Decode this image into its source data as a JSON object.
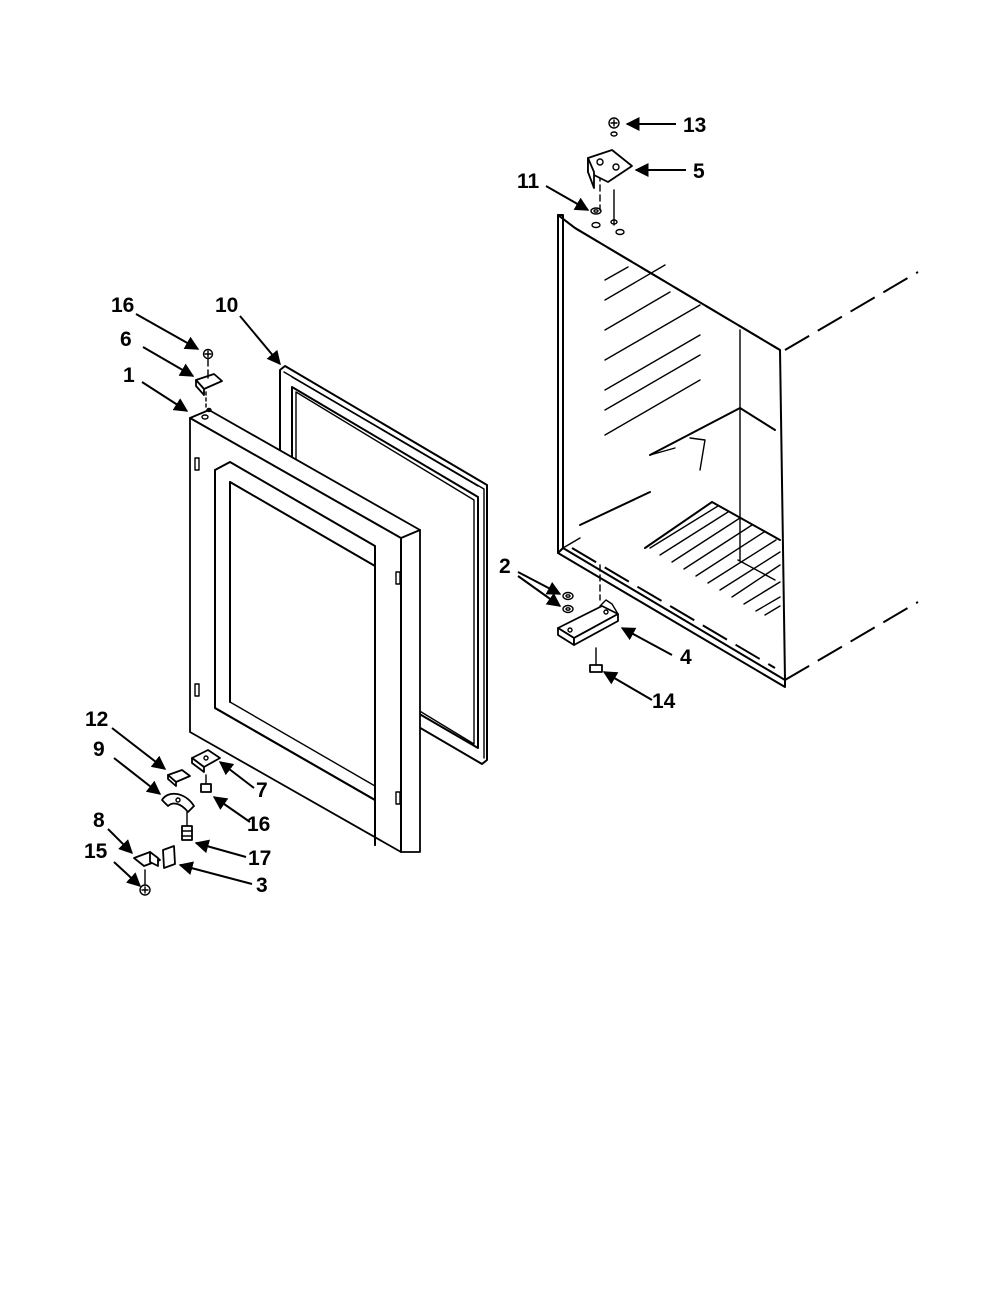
{
  "callouts": [
    {
      "id": "c13",
      "label": "13"
    },
    {
      "id": "c5",
      "label": "5"
    },
    {
      "id": "c11",
      "label": "11"
    },
    {
      "id": "c16a",
      "label": "16"
    },
    {
      "id": "c10",
      "label": "10"
    },
    {
      "id": "c6",
      "label": "6"
    },
    {
      "id": "c1",
      "label": "1"
    },
    {
      "id": "c2",
      "label": "2"
    },
    {
      "id": "c4",
      "label": "4"
    },
    {
      "id": "c14",
      "label": "14"
    },
    {
      "id": "c12",
      "label": "12"
    },
    {
      "id": "c9",
      "label": "9"
    },
    {
      "id": "c7",
      "label": "7"
    },
    {
      "id": "c16b",
      "label": "16"
    },
    {
      "id": "c8",
      "label": "8"
    },
    {
      "id": "c17",
      "label": "17"
    },
    {
      "id": "c15",
      "label": "15"
    },
    {
      "id": "c3",
      "label": "3"
    }
  ]
}
